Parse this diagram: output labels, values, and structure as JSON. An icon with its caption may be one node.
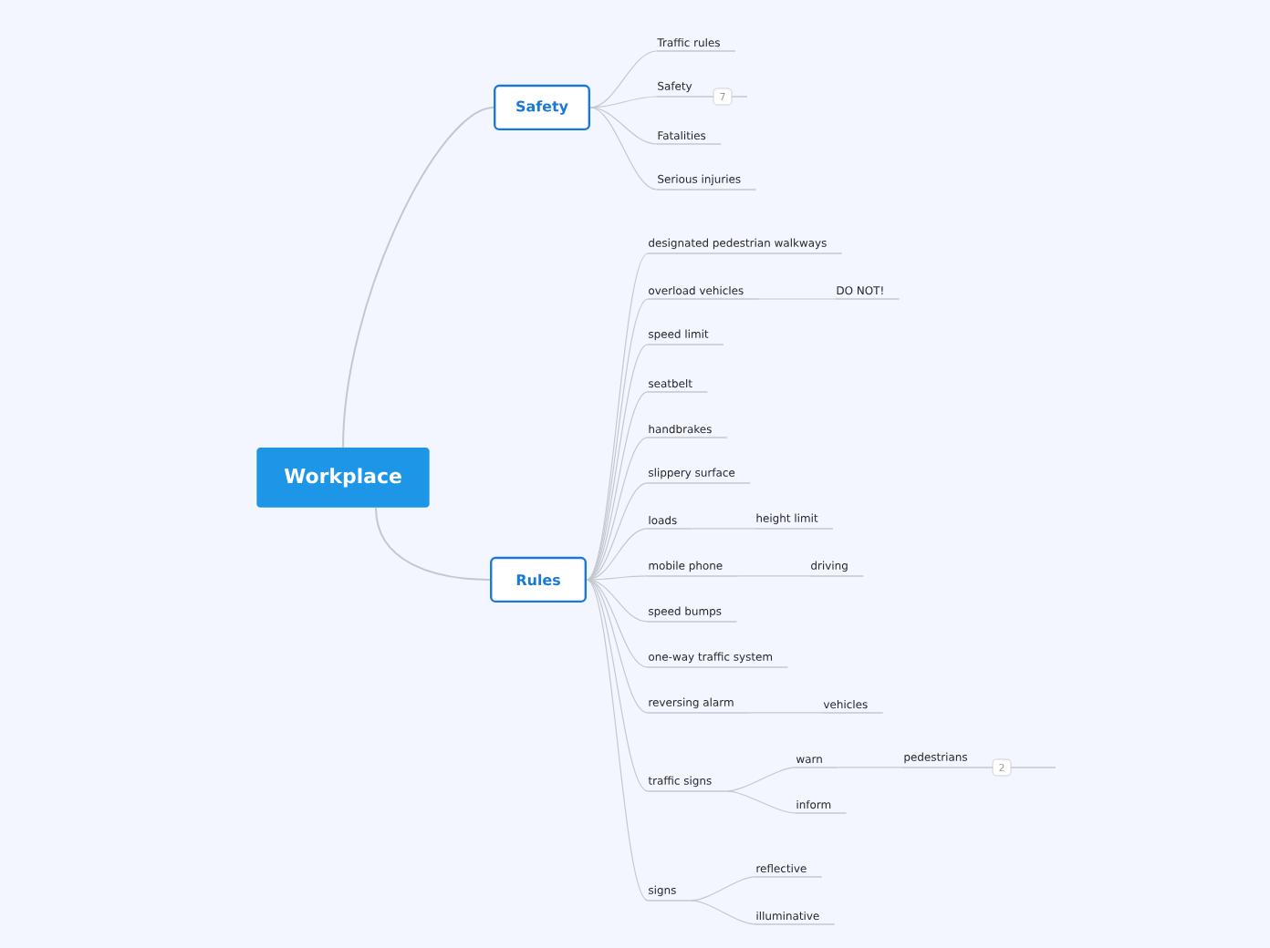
{
  "diagram": {
    "nodes": [
      {
        "text": [
          "Workplace"
        ]
      },
      {
        "text": [
          "Safety"
        ]
      },
      {
        "text": [
          "Traffic rules"
        ]
      },
      {
        "text": [
          "Safety"
        ]
      },
      {
        "text": [
          "Fatalities"
        ]
      },
      {
        "text": [
          "Serious injuries"
        ]
      },
      {
        "text": [
          "Rules"
        ]
      },
      {
        "text": [
          "designated pedestrian walkways"
        ]
      },
      {
        "text": [
          "overload vehicles"
        ]
      },
      {
        "text": [
          "DO NOT!"
        ]
      },
      {
        "text": [
          "speed limit"
        ]
      },
      {
        "text": [
          "seatbelt"
        ]
      },
      {
        "text": [
          "handbrakes"
        ]
      },
      {
        "text": [
          "slippery surface"
        ]
      },
      {
        "text": [
          "loads"
        ]
      },
      {
        "text": [
          "height limit"
        ]
      },
      {
        "text": [
          "mobile phone"
        ]
      },
      {
        "text": [
          "driving"
        ]
      },
      {
        "text": [
          "speed bumps"
        ]
      },
      {
        "text": [
          "one-way traffic system"
        ]
      },
      {
        "text": [
          "reversing alarm"
        ]
      },
      {
        "text": [
          "vehicles"
        ]
      },
      {
        "text": [
          "traffic signs"
        ]
      },
      {
        "text": [
          "warn"
        ]
      },
      {
        "text": [
          "pedestrians"
        ]
      },
      {
        "text": [
          "inform"
        ]
      },
      {
        "text": [
          "signs"
        ]
      },
      {
        "text": [
          "reflective"
        ]
      },
      {
        "text": [
          "illuminative"
        ]
      }
    ],
    "edges": [
      {
        "from": 0,
        "to": 1,
        "arrow": "none"
      },
      {
        "from": 0,
        "to": 6,
        "arrow": "none"
      },
      {
        "from": 1,
        "to": 2,
        "arrow": "none"
      },
      {
        "from": 1,
        "to": 3,
        "arrow": "none"
      },
      {
        "from": 1,
        "to": 4,
        "arrow": "none"
      },
      {
        "from": 1,
        "to": 5,
        "arrow": "none"
      },
      {
        "from": 6,
        "to": 7,
        "arrow": "none"
      },
      {
        "from": 6,
        "to": 8,
        "arrow": "none"
      },
      {
        "from": 8,
        "to": 9,
        "arrow": "none"
      },
      {
        "from": 6,
        "to": 10,
        "arrow": "none"
      },
      {
        "from": 6,
        "to": 11,
        "arrow": "none"
      },
      {
        "from": 6,
        "to": 12,
        "arrow": "none"
      },
      {
        "from": 6,
        "to": 13,
        "arrow": "none"
      },
      {
        "from": 6,
        "to": 14,
        "arrow": "none"
      },
      {
        "from": 14,
        "to": 15,
        "arrow": "none"
      },
      {
        "from": 6,
        "to": 16,
        "arrow": "none"
      },
      {
        "from": 16,
        "to": 17,
        "arrow": "none"
      },
      {
        "from": 6,
        "to": 18,
        "arrow": "none"
      },
      {
        "from": 6,
        "to": 19,
        "arrow": "none"
      },
      {
        "from": 6,
        "to": 20,
        "arrow": "none"
      },
      {
        "from": 20,
        "to": 21,
        "arrow": "none"
      },
      {
        "from": 6,
        "to": 22,
        "arrow": "none"
      },
      {
        "from": 22,
        "to": 23,
        "arrow": "none"
      },
      {
        "from": 23,
        "to": 24,
        "arrow": "none"
      },
      {
        "from": 22,
        "to": 25,
        "arrow": "none"
      },
      {
        "from": 6,
        "to": 26,
        "arrow": "none"
      },
      {
        "from": 26,
        "to": 27,
        "arrow": "none"
      },
      {
        "from": 26,
        "to": 28,
        "arrow": "none"
      }
    ],
    "labels": [
      "7",
      "2"
    ]
  }
}
